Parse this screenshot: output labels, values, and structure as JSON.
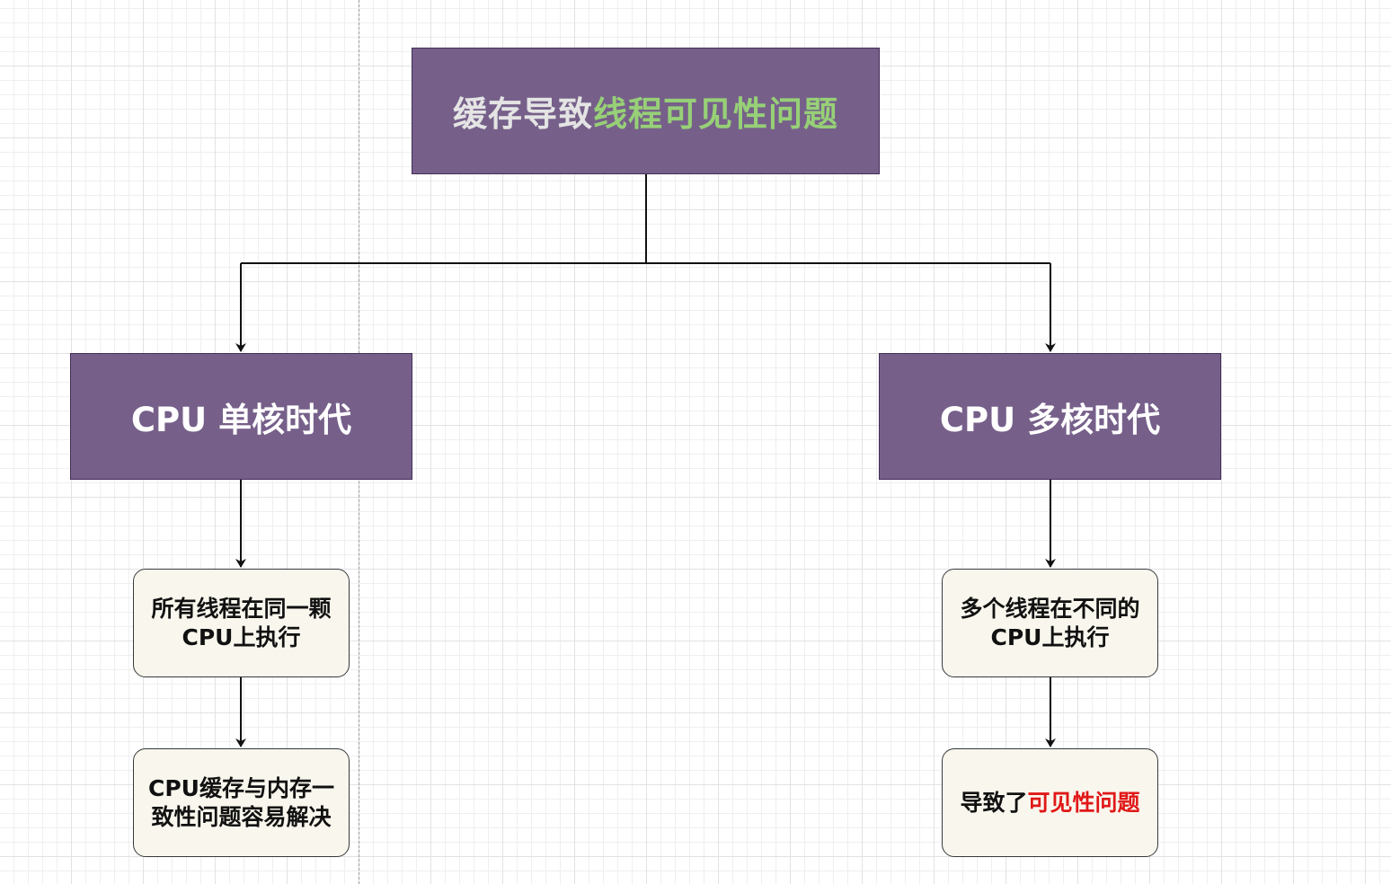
{
  "title": {
    "part1": "缓存导致",
    "part2": "线程可见性问题",
    "part1_color": "#e4e4e4",
    "part2_color": "#97d077"
  },
  "branches": {
    "single_core": {
      "label": "CPU 单核时代",
      "step1": {
        "line1": "所有线程在同一颗",
        "line2": "CPU上执行"
      },
      "step2": {
        "line1": "CPU缓存与内存一",
        "line2": "致性问题容易解决"
      }
    },
    "multi_core": {
      "label": "CPU 多核时代",
      "step1": {
        "line1": "多个线程在不同的",
        "line2": "CPU上执行"
      },
      "step2": {
        "prefix": "导致了",
        "highlight": "可见性问题",
        "highlight_color": "#e01818"
      }
    }
  },
  "colors": {
    "node_fill": "#76608a",
    "node_border": "#432d57",
    "card_fill": "#f9f7ed",
    "card_border": "#36393d",
    "connector": "#111111"
  }
}
